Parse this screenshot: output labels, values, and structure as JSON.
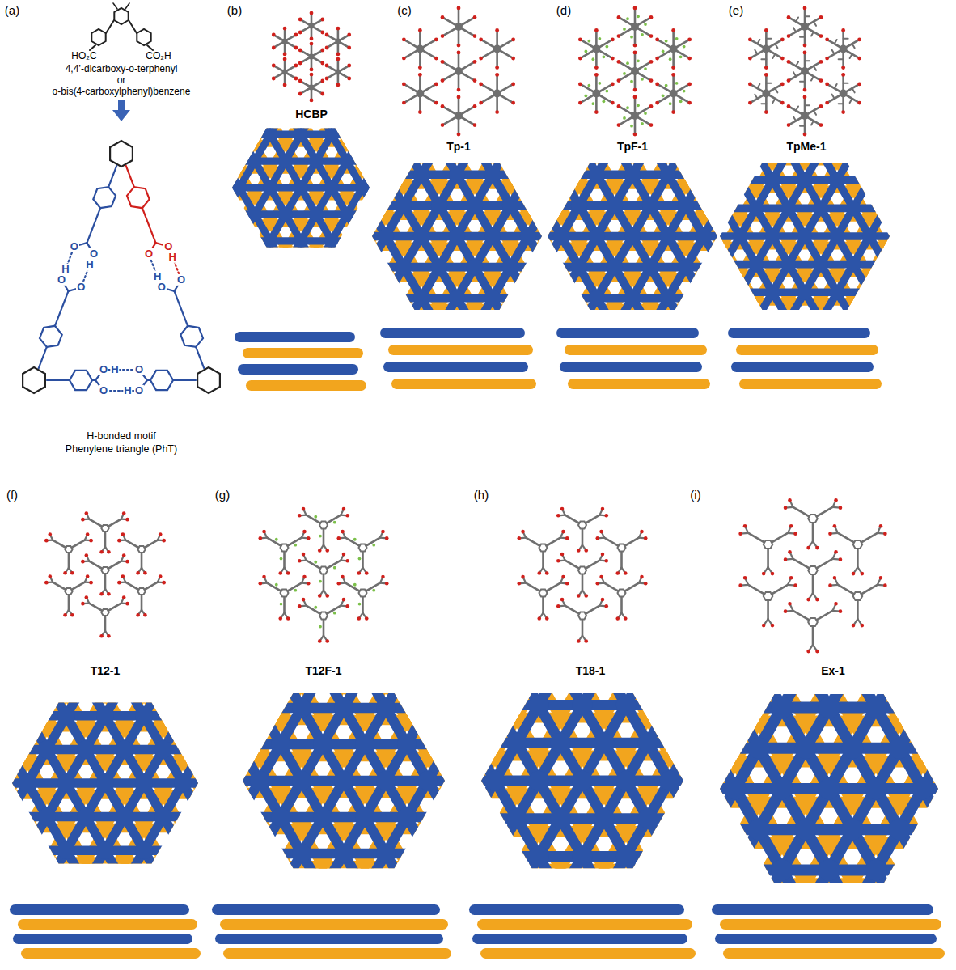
{
  "diagram": {
    "labels": [
      "(a)",
      "4,4’-dicarboxy-o-terphenyl",
      "or",
      "o-bis(4-carboxylphenyl)benzene",
      "HO₂C",
      "CO₂H",
      "H-bonded motif",
      "Phenylene triangle (PhT)",
      "(b)",
      "HCBP",
      "(c)",
      "Tp-1",
      "(d)",
      "TpF-1",
      "(e)",
      "TpMe-1",
      "(f)",
      "T12-1",
      "(g)",
      "T12F-1",
      "(h)",
      "T18-1",
      "(i)",
      "Ex-1",
      "O",
      "H",
      "O",
      "O",
      "H",
      "O",
      "O",
      "H",
      "O",
      "O",
      "H",
      "O",
      "O",
      "H",
      "O",
      "O",
      "H",
      "O"
    ]
  }
}
